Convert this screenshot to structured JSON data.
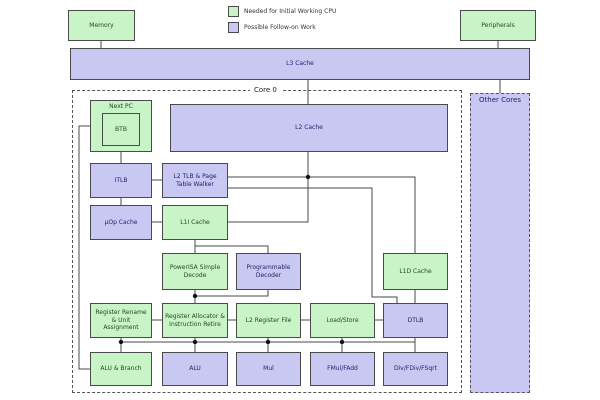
{
  "legend": {
    "items": [
      {
        "label": "Needed for Initial Working CPU",
        "type": "green"
      },
      {
        "label": "Possible Follow-on Work",
        "type": "purple"
      }
    ]
  },
  "colors": {
    "green_fill": "#c8f4c8",
    "purple_fill": "#c8c8f2",
    "green_text": "#1f4d1f",
    "purple_text": "#22226b",
    "border": "#4a4a4a",
    "line": "#4a4a4a"
  },
  "top": {
    "memory": "Memory",
    "peripherals": "Peripherals",
    "l3_cache": "L3 Cache"
  },
  "core0": {
    "title": "Core 0",
    "nodes": {
      "next_pc": "Next PC",
      "btb": "BTB",
      "l2_cache": "L2 Cache",
      "itlb": "ITLB",
      "l2_tlb": "L2 TLB & Page Table Walker",
      "uop_cache": "µOp Cache",
      "l1i_cache": "L1I Cache",
      "simple_decode": "PowerISA Simple Decode",
      "prog_decoder": "Programmable Decoder",
      "l1d_cache": "L1D Cache",
      "reg_rename": "Register Rename & Unit Assignment",
      "reg_alloc": "Register Allocator & Instruction Retire",
      "l2_regfile": "L2 Register File",
      "load_store": "Load/Store",
      "dtlb": "DTLB",
      "alu_branch": "ALU & Branch",
      "alu": "ALU",
      "mul": "Mul",
      "fmul_fadd": "FMul/FAdd",
      "div": "Div/FDiv/FSqrt"
    }
  },
  "other_cores": {
    "title": "Other Cores"
  }
}
